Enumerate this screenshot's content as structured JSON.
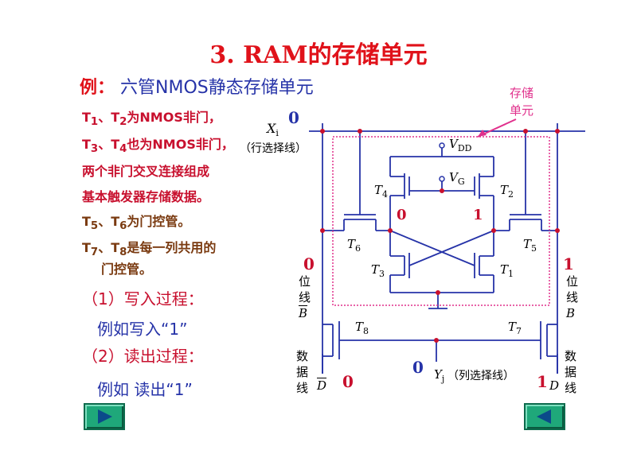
{
  "title": "3.   RAM的存储单元",
  "subtitle": {
    "prefix": "例：",
    "text": "六管NMOS静态存储单元"
  },
  "notes": {
    "line1": {
      "a": "T",
      "s1": "1",
      "b": "、T",
      "s2": "2",
      "c": "为NMOS非门，"
    },
    "line2": {
      "a": "T",
      "s1": "3",
      "b": "、T",
      "s2": "4",
      "c": "也为NMOS非门，"
    },
    "line3": "两个非门交叉连接组成",
    "line4": "基本触发器存储数据。",
    "line5": {
      "a": "T",
      "s1": "5",
      "b": "、T",
      "s2": "6",
      "c": "为门控管。"
    },
    "line6": {
      "a": "T",
      "s1": "7",
      "b": "、T",
      "s2": "8",
      "c": "是每一列共用的"
    },
    "line7": "门控管。"
  },
  "steps": {
    "write_title": "（1）写入过程：",
    "write_example": "例如写入“1”",
    "read_title": "（2）读出过程：",
    "read_example": "例如  读出“1”"
  },
  "circuit": {
    "cell_label_1": "存储",
    "cell_label_2": "单元",
    "xi": "X",
    "xi_sub": "i",
    "xi_desc": "（行选择线）",
    "xi_value": "0",
    "vdd": "V",
    "vdd_sub": "DD",
    "vg": "V",
    "vg_sub": "G",
    "t1": "T",
    "t1_sub": "1",
    "t2": "T",
    "t2_sub": "2",
    "t3": "T",
    "t3_sub": "3",
    "t4": "T",
    "t4_sub": "4",
    "t5": "T",
    "t5_sub": "5",
    "t6": "T",
    "t6_sub": "6",
    "t7": "T",
    "t7_sub": "7",
    "t8": "T",
    "t8_sub": "8",
    "node_left_value": "0",
    "node_right_value": "1",
    "bitline_left_value": "0",
    "bitline_right_value": "1",
    "bitline_left_label": [
      "位",
      "线"
    ],
    "bitline_left_name": "B",
    "bitline_right_label": [
      "位",
      "线"
    ],
    "bitline_right_name": "B",
    "dataline_left_label": [
      "数",
      "据",
      "线"
    ],
    "dataline_left_name": "D",
    "dataline_left_value": "0",
    "dataline_right_label": [
      "数",
      "据",
      "线"
    ],
    "dataline_right_name": "D",
    "dataline_right_value": "1",
    "yj": "Y",
    "yj_sub": "j",
    "yj_desc": "（列选择线）",
    "yj_value": "0"
  },
  "nav": {
    "prev": "right-arrow-icon",
    "next": "left-arrow-icon"
  },
  "colors": {
    "title": "#e0121a",
    "blue": "#2633a8",
    "red": "#c8102e",
    "brown": "#7a3a10",
    "cell_border": "#e0308c",
    "nav": "#1fa87a"
  }
}
